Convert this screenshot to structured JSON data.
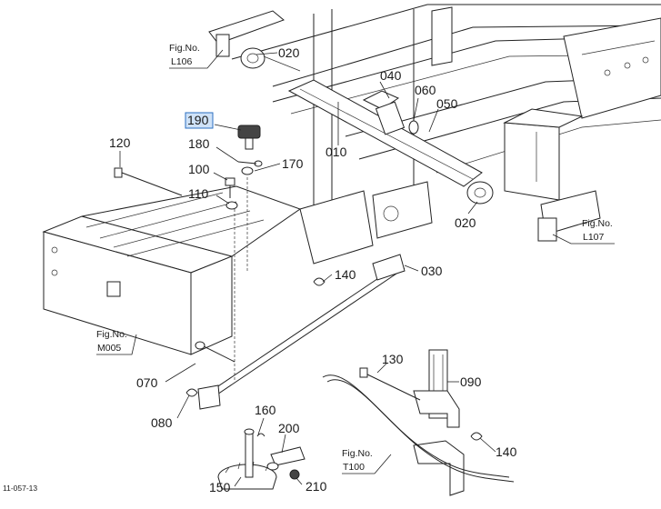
{
  "labels": {
    "p020a": "020",
    "p040": "040",
    "p060": "060",
    "p050": "050",
    "p190": "190",
    "p120": "120",
    "p180": "180",
    "p170": "170",
    "p010": "010",
    "p100": "100",
    "p110": "110",
    "p020b": "020",
    "p140a": "140",
    "p030": "030",
    "p070": "070",
    "p080": "080",
    "p130": "130",
    "p090": "090",
    "p160": "160",
    "p200": "200",
    "p140b": "140",
    "p150": "150",
    "p210": "210"
  },
  "fig_refs": {
    "l106": {
      "title": "Fig.No.",
      "ref": "L106"
    },
    "l107": {
      "title": "Fig.No.",
      "ref": "L107"
    },
    "m005": {
      "title": "Fig.No.",
      "ref": "M005"
    },
    "t100": {
      "title": "Fig.No.",
      "ref": "T100"
    }
  },
  "highlighted_part": "190",
  "drawing_number": "11-057-13"
}
